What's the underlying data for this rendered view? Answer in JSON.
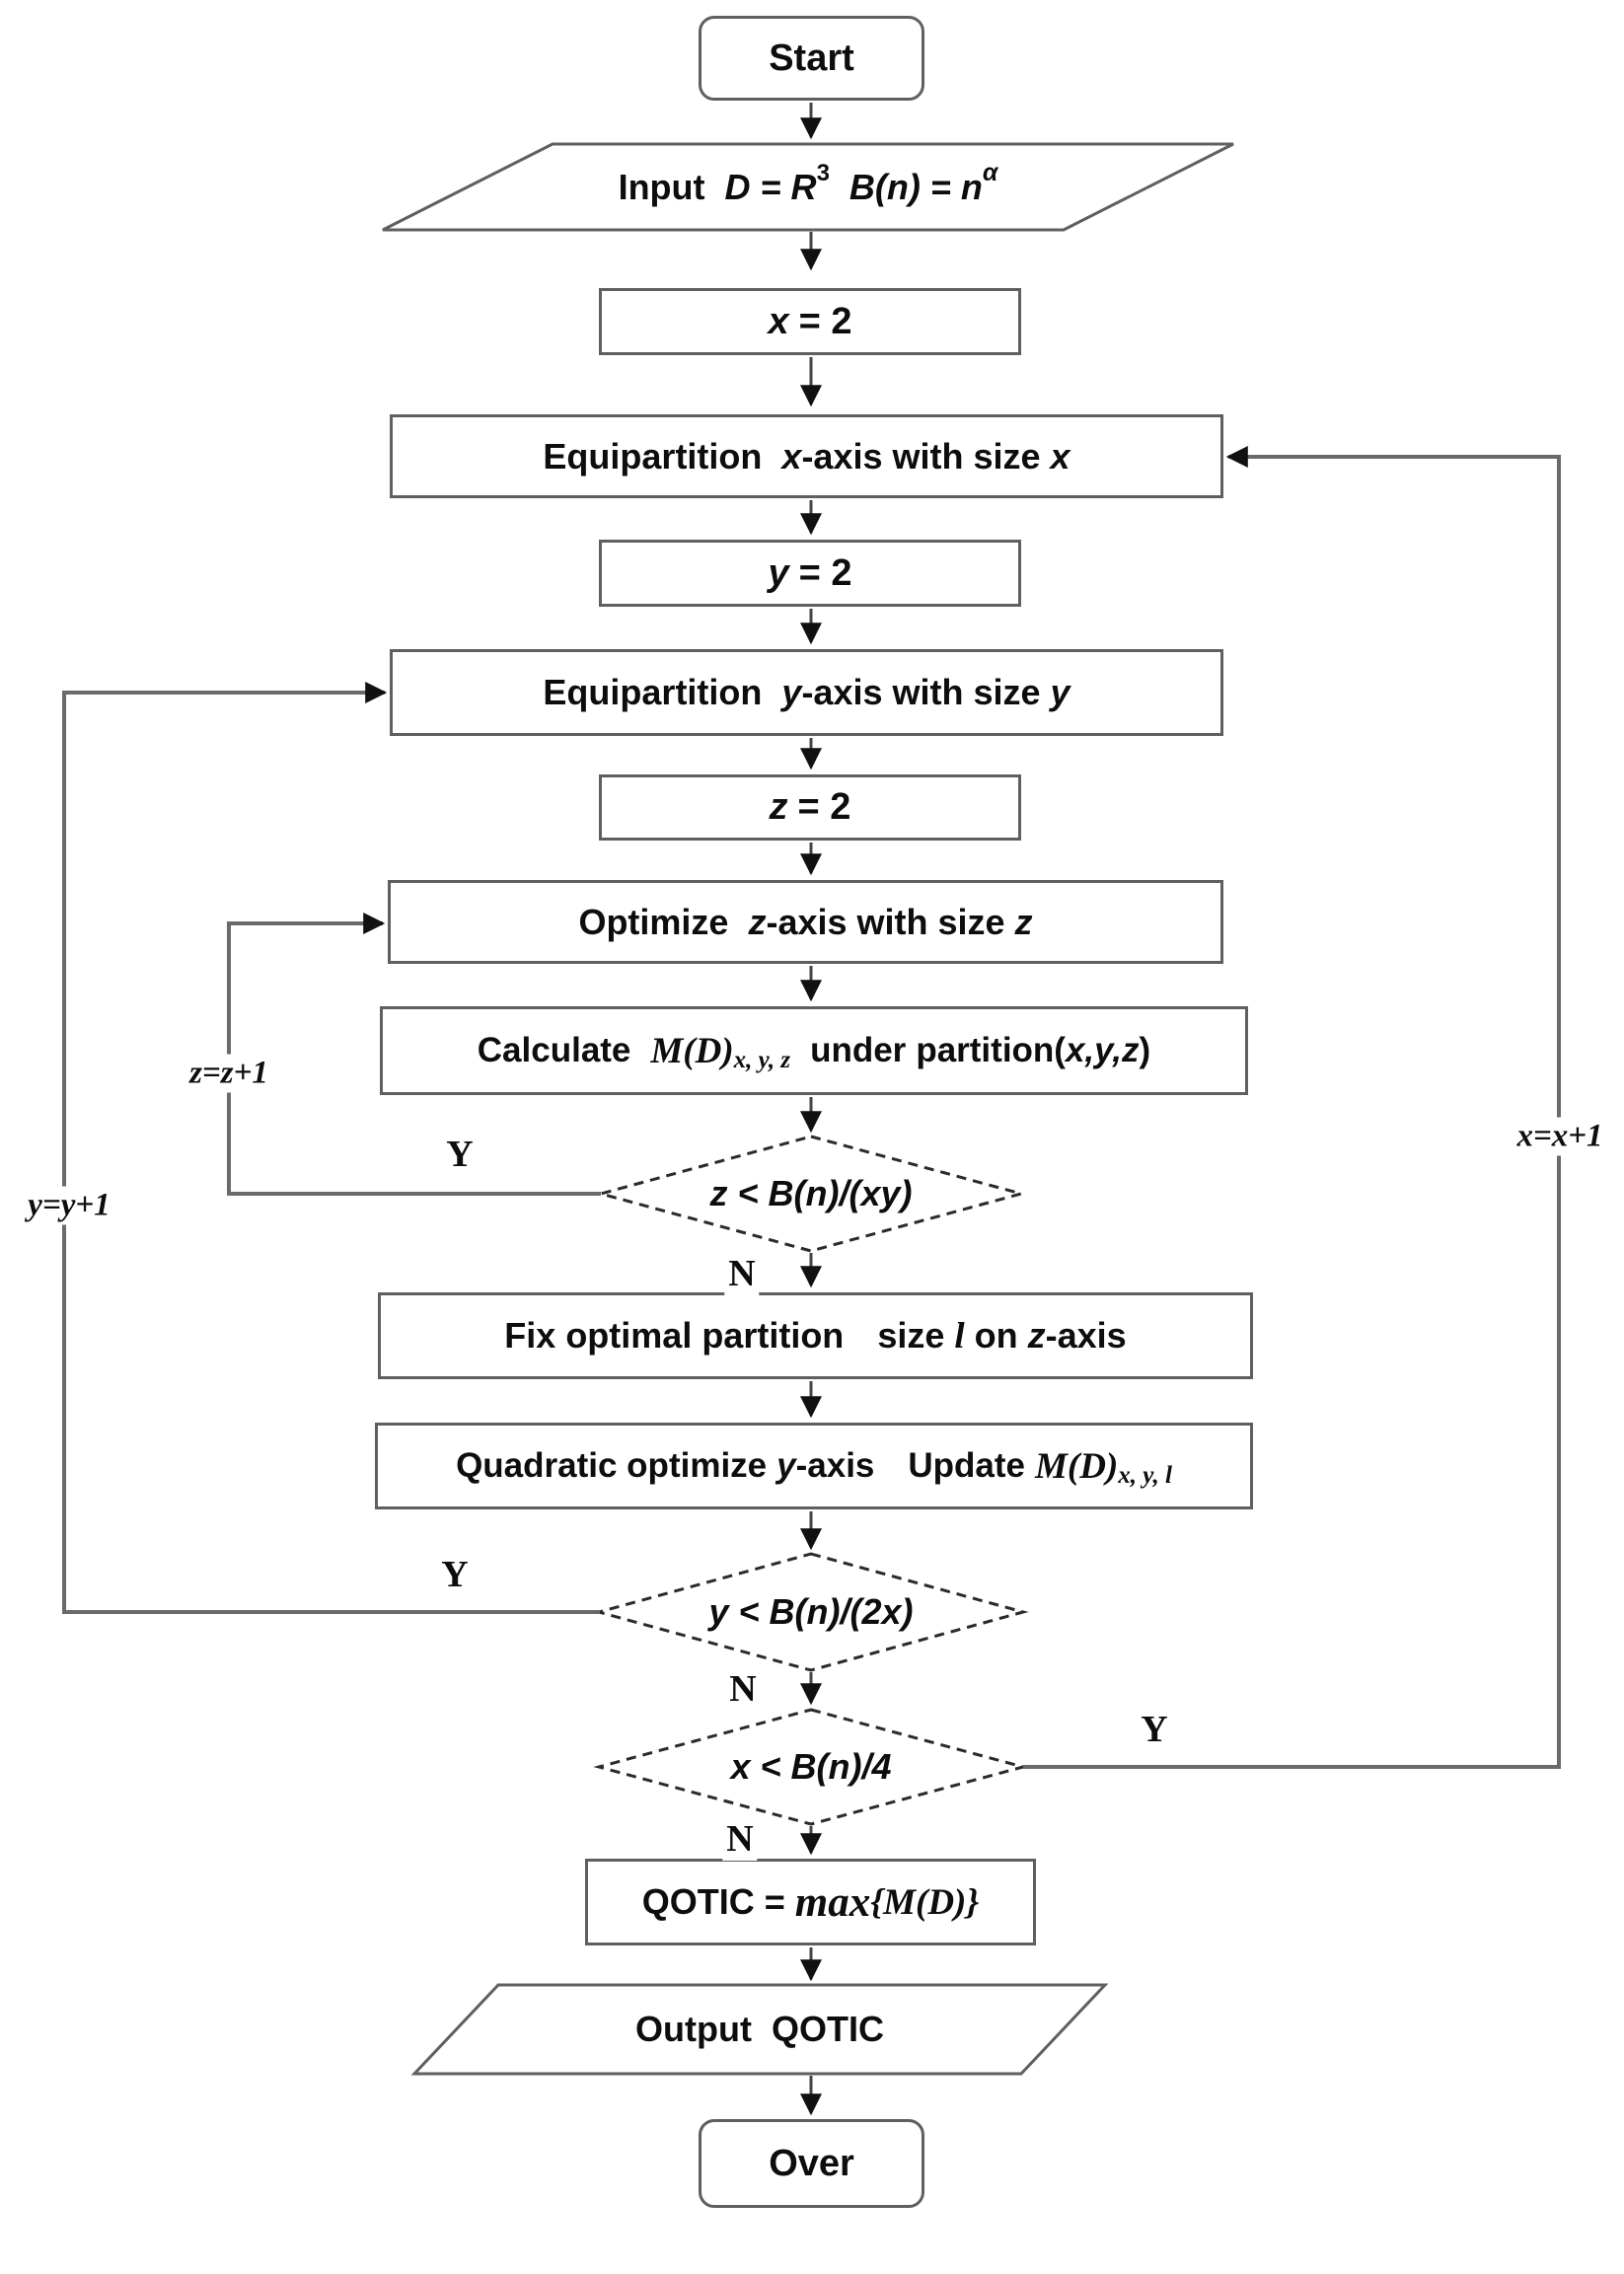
{
  "title": "QOTIC computation flowchart",
  "colors": {
    "box_border": "#5f5f5f",
    "connector_line": "#454545",
    "loop_line": "#6a6a6a",
    "arrowhead": "#111111",
    "text": "#0d0d0d",
    "background": "#ffffff"
  },
  "nodes": {
    "start": {
      "label": "Start"
    },
    "input": {
      "kw": "Input",
      "e1": "D = R",
      "e1sup": "3",
      "e2": "B(n) = n",
      "e2sup": "α"
    },
    "init_x": {
      "v": "x",
      "eq": "= 2"
    },
    "equip_x": {
      "t1": "Equipartition",
      "v1": "x",
      "t2": "-axis with size",
      "v2": "x"
    },
    "init_y": {
      "v": "y",
      "eq": "= 2"
    },
    "equip_y": {
      "t1": "Equipartition",
      "v1": "y",
      "t2": "-axis with size",
      "v2": "y"
    },
    "init_z": {
      "v": "z",
      "eq": "= 2"
    },
    "opt_z": {
      "t1": "Optimize",
      "v1": "z",
      "t2": "-axis with size",
      "v2": "z"
    },
    "calc": {
      "t1": "Calculate",
      "m1": "M(D)",
      "sub1": "x, y, z",
      "t2": "under",
      "t3": "partition(",
      "v1": "x,y,z",
      "t4": ")"
    },
    "dec_z": {
      "text": "z < B(n)/(xy)"
    },
    "fix": {
      "t1": "Fix optimal partition",
      "t2": "size",
      "v1": "l",
      "t3": "on",
      "v2": "z",
      "t4": "-axis"
    },
    "quad": {
      "t1": "Quadratic optimize",
      "v1": "y",
      "t2": "-axis",
      "t3": "Update",
      "m1": "M(D)",
      "sub1": "x, y, l"
    },
    "dec_y": {
      "text": "y < B(n)/(2x)"
    },
    "dec_x": {
      "text": "x < B(n)/4"
    },
    "qotic": {
      "t1": "QOTIC =",
      "m1": "max",
      "m2": "{M(D)}"
    },
    "output": {
      "t1": "Output",
      "t2": "QOTIC"
    },
    "over": {
      "label": "Over"
    }
  },
  "labels": {
    "z_inc": "z=z+1",
    "y_inc": "y=y+1",
    "x_inc": "x=x+1",
    "z_yes": "Y",
    "z_no": "N",
    "y_yes": "Y",
    "y_no": "N",
    "x_yes": "Y",
    "x_no": "N"
  }
}
